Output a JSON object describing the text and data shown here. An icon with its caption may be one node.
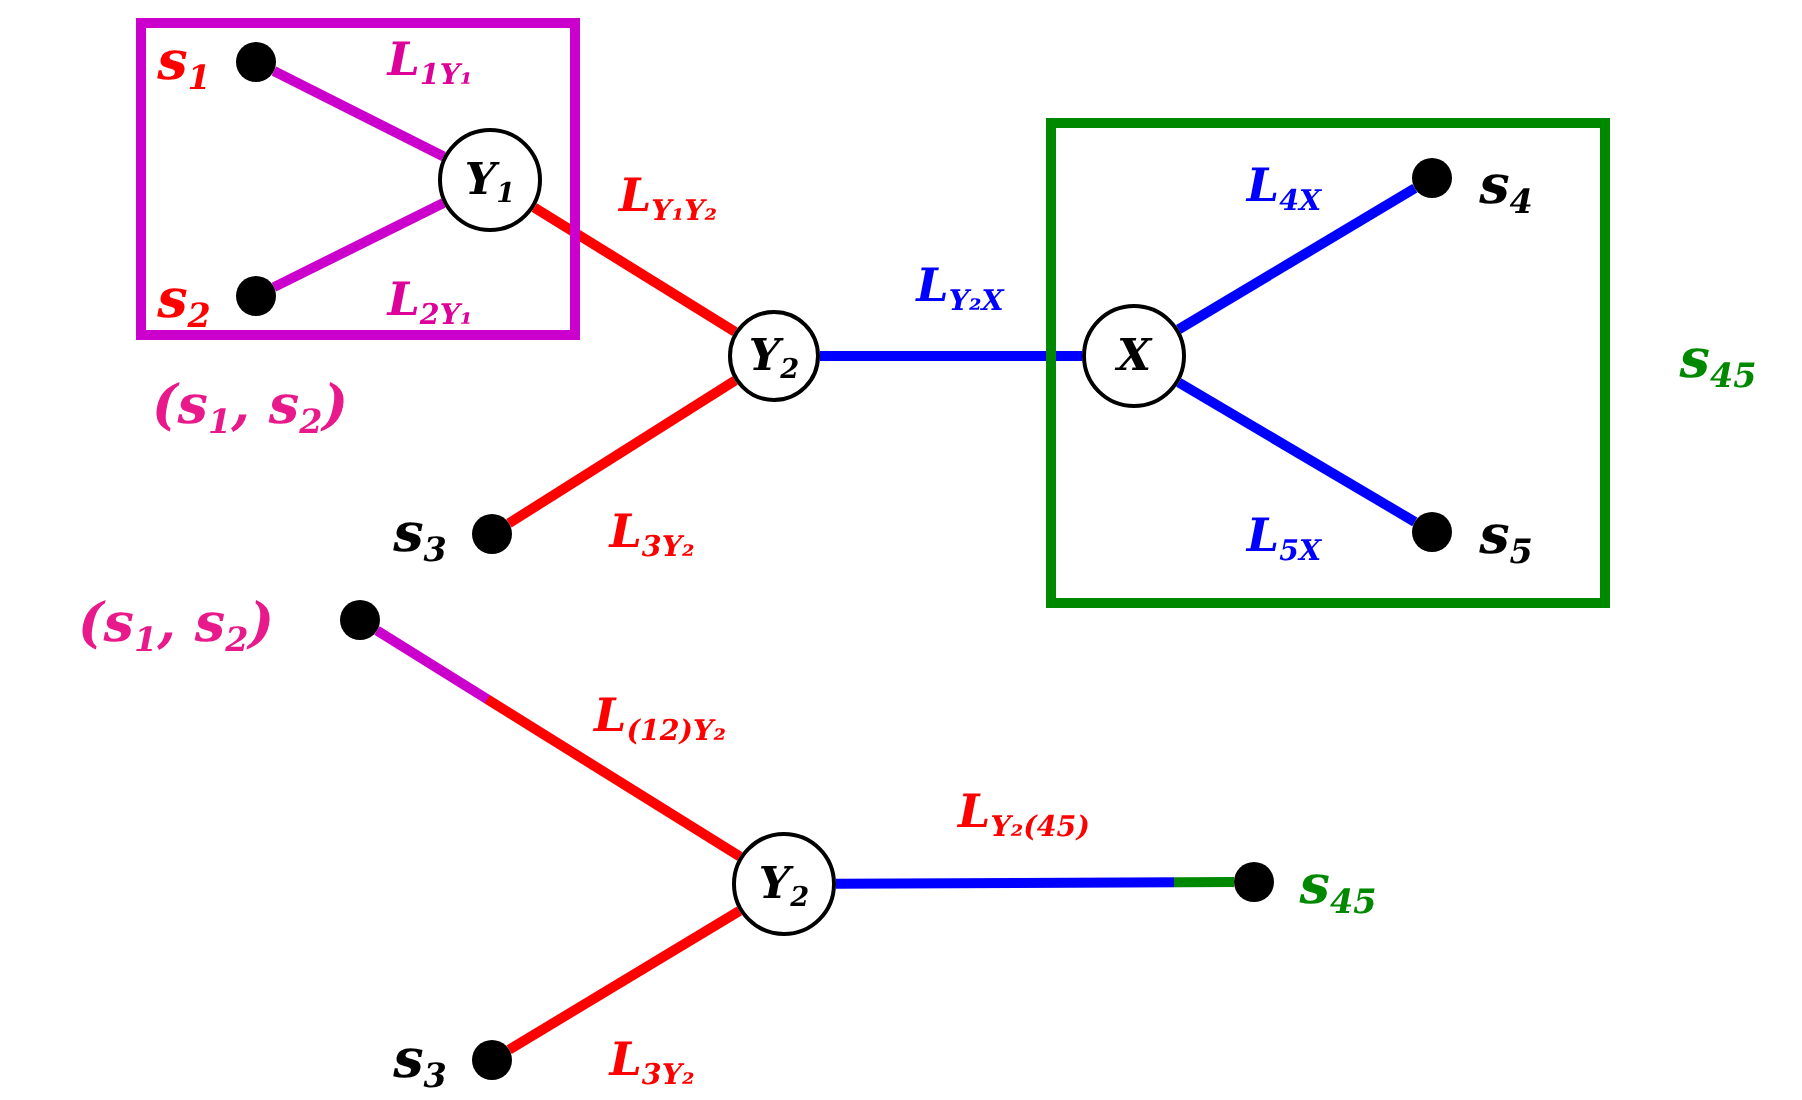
{
  "diagram": {
    "nodes": [
      {
        "text": [
          "(s$_{1}$, s$_{2}$)"
        ]
      },
      {
        "text": [],
        "shape": "circle",
        "in": 0,
        "beside": [
          "s$_{1}$"
        ]
      },
      {
        "text": [],
        "shape": "circle",
        "in": 0,
        "beside": [
          "s$_{2}$"
        ]
      },
      {
        "text": [
          "Y$_{1}$"
        ],
        "in": 0
      },
      {
        "text": [
          "Y$_{2}$"
        ]
      },
      {
        "text": [],
        "shape": "circle",
        "beside": [
          "s$_{3}$"
        ]
      },
      {
        "text": [
          "s$_{45}$"
        ]
      },
      {
        "text": [
          "X"
        ],
        "in": 6
      },
      {
        "text": [],
        "shape": "circle",
        "in": 6,
        "beside": [
          "s$_{4}$"
        ]
      },
      {
        "text": [],
        "shape": "circle",
        "in": 6,
        "beside": [
          "s$_{5}$"
        ]
      },
      {
        "text": [],
        "shape": "circle",
        "beside": [
          "(s$_{1}$, s$_{2}$)"
        ]
      },
      {
        "text": [
          "Y$_{2}$"
        ]
      },
      {
        "text": [],
        "shape": "circle",
        "beside": [
          "s$_{3}$"
        ]
      },
      {
        "text": [],
        "shape": "circle",
        "beside": [
          "s$_{45}$"
        ]
      }
    ],
    "edges": [
      {
        "from": 1,
        "to": 3,
        "arrow": "none",
        "label": "L$_{1Y₁}$",
        "color": "#cc00cc"
      },
      {
        "from": 2,
        "to": 3,
        "arrow": "none",
        "label": "L$_{2Y₁}$",
        "color": "#cc00cc"
      },
      {
        "from": 3,
        "to": 4,
        "arrow": "none",
        "label": "L$_{Y₁Y₂}$",
        "color": "#ff0000"
      },
      {
        "from": 5,
        "to": 4,
        "arrow": "none",
        "label": "L$_{3Y₂}$",
        "color": "#ff0000"
      },
      {
        "from": 4,
        "to": 7,
        "arrow": "none",
        "label": "L$_{Y₂X}$",
        "color": "#0000ff"
      },
      {
        "from": 7,
        "to": 8,
        "arrow": "none",
        "label": "L$_{4X}$",
        "color": "#0000ff"
      },
      {
        "from": 7,
        "to": 9,
        "arrow": "none",
        "label": "L$_{5X}$",
        "color": "#0000ff"
      },
      {
        "from": 10,
        "to": 11,
        "arrow": "none",
        "label": "L$_{(12)Y₂}$",
        "color": "#ff0000"
      },
      {
        "from": 12,
        "to": 11,
        "arrow": "none",
        "label": "L$_{3Y₂}$",
        "color": "#ff0000"
      },
      {
        "from": 11,
        "to": 13,
        "arrow": "none",
        "label": "L$_{Y₂(45)}$",
        "color": "#0000ff"
      }
    ]
  }
}
